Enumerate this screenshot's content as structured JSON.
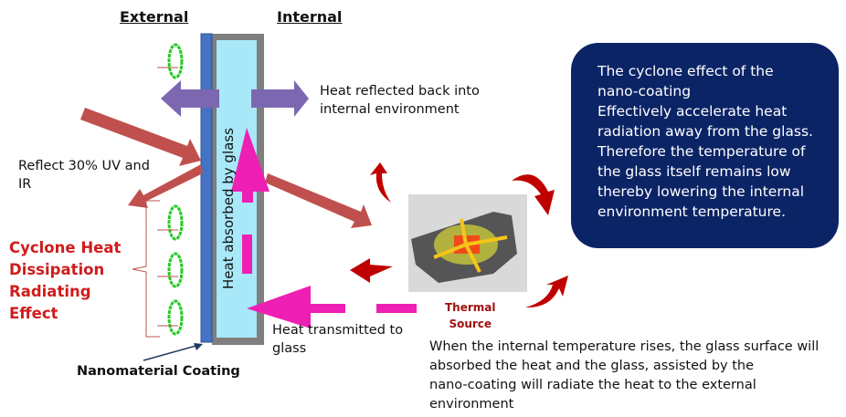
{
  "labels": {
    "external": "External",
    "internal": "Internal",
    "heat_reflected": [
      "Heat reflected back into",
      "internal environment"
    ],
    "reflect_uv": [
      "Reflect 30% UV and",
      "IR"
    ],
    "cyclone": [
      "Cyclone Heat",
      "Dissipation",
      "Radiating",
      "Effect"
    ],
    "heat_absorbed": "Heat absorbed by glass",
    "heat_transmitted": [
      "Heat transmitted to",
      "glass"
    ],
    "nanomaterial": "Nanomaterial Coating",
    "thermal_source": [
      "Thermal",
      "Source"
    ]
  },
  "info_box": [
    "The cyclone effect of the",
    "nano-coating",
    "Effectively accelerate heat",
    "radiation away from the glass.",
    "Therefore the temperature of",
    "the glass itself remains low",
    "thereby lowering the internal",
    "environment temperature."
  ],
  "bottom_text": [
    "When the internal temperature rises, the glass surface will",
    "absorbed the heat and the glass, assisted by the",
    "nano-coating will radiate the heat to the external",
    "environment"
  ],
  "colors": {
    "box": "#0b2466",
    "coating": "#4472c4",
    "glass": "#a8e8f8",
    "frame": "#7f7f7f",
    "pink": "#ee1fb4",
    "purple": "#7b68b0",
    "brown": "#c0504d",
    "red": "#c00000",
    "cyclone": "#22cc22"
  }
}
